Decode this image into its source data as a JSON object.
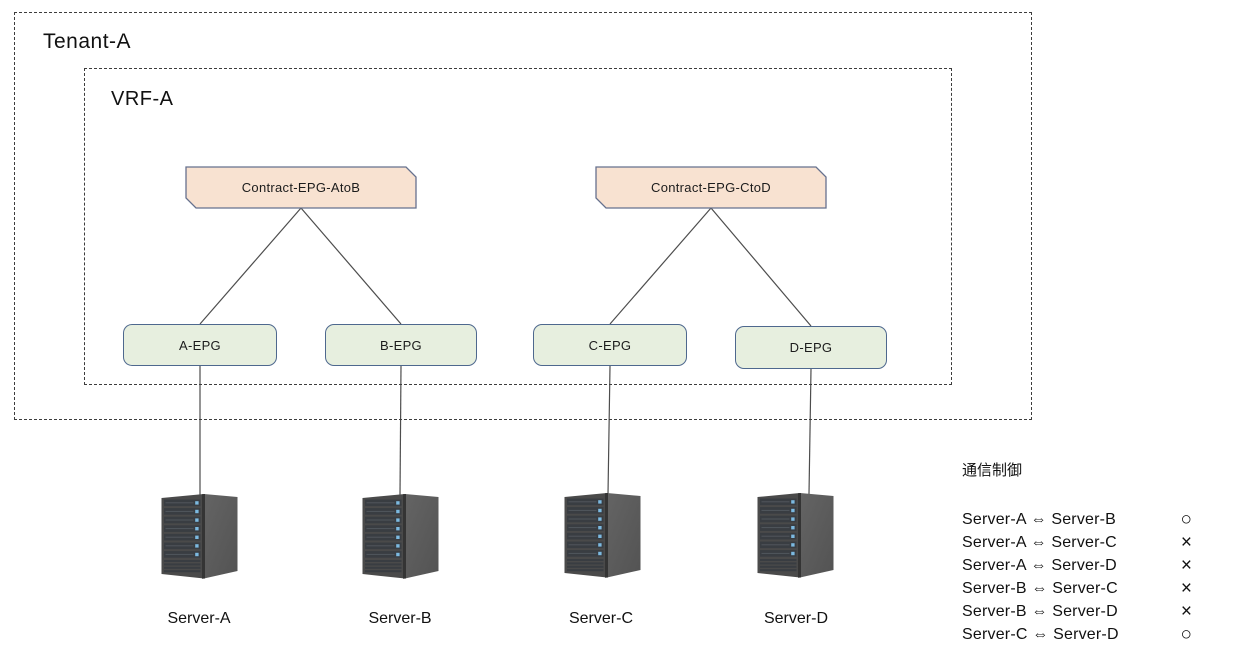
{
  "diagram": {
    "tenant_label": "Tenant-A",
    "vrf_label": "VRF-A",
    "contracts": [
      {
        "label": "Contract-EPG-AtoB"
      },
      {
        "label": "Contract-EPG-CtoD"
      }
    ],
    "epgs": [
      {
        "label": "A-EPG"
      },
      {
        "label": "B-EPG"
      },
      {
        "label": "C-EPG"
      },
      {
        "label": "D-EPG"
      }
    ],
    "servers": [
      {
        "label": "Server-A"
      },
      {
        "label": "Server-B"
      },
      {
        "label": "Server-C"
      },
      {
        "label": "Server-D"
      }
    ]
  },
  "legend": {
    "title": "通信制御",
    "rows": [
      {
        "pair": "Server-A ⇔ Server-B",
        "status": "○"
      },
      {
        "pair": "Server-A ⇔ Server-C",
        "status": "×"
      },
      {
        "pair": "Server-A ⇔ Server-D",
        "status": "×"
      },
      {
        "pair": "Server-B ⇔ Server-C",
        "status": "×"
      },
      {
        "pair": "Server-B ⇔ Server-D",
        "status": "×"
      },
      {
        "pair": "Server-C ⇔ Server-D",
        "status": "○"
      }
    ]
  },
  "colors": {
    "contract_fill": "#f8e2d1",
    "contract_stroke": "#66718e",
    "epg_fill": "#e7efdf",
    "epg_stroke": "#4e688e",
    "dashed_border": "#3d3d3d",
    "connector_line": "#4d4d4d",
    "server_body_front": "#4a4a4a",
    "server_body_side": "#5d5d5d",
    "server_led": "#7cb9e0",
    "text": "#161616"
  },
  "icons": {
    "server": "server-icon"
  }
}
